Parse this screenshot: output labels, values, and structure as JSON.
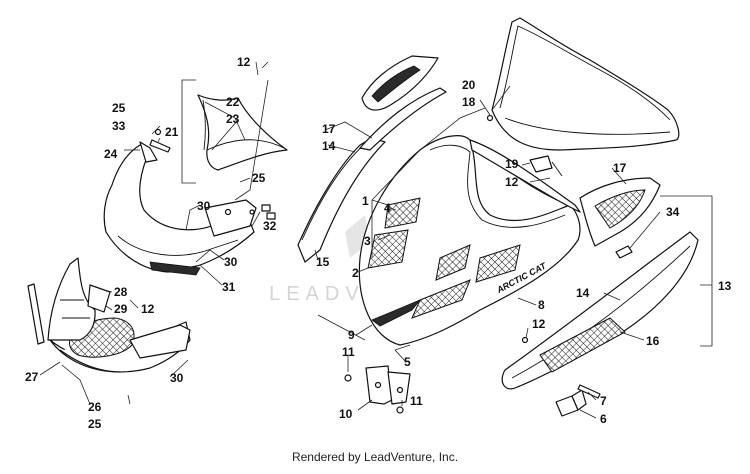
{
  "watermark": "LEADVENTURE",
  "footer": "Rendered by LeadVenture, Inc.",
  "brand_decal": "ARCTIC CAT",
  "callouts": {
    "n1": "1",
    "n2": "2",
    "n3": "3",
    "n4": "4",
    "n5": "5",
    "n6": "6",
    "n7": "7",
    "n8": "8",
    "n9": "9",
    "n10": "10",
    "n11a": "11",
    "n11b": "11",
    "n12a": "12",
    "n12b": "12",
    "n12c": "12",
    "n12d": "12",
    "n13": "13",
    "n14a": "14",
    "n14b": "14",
    "n15": "15",
    "n16": "16",
    "n17a": "17",
    "n17b": "17",
    "n18": "18",
    "n19": "19",
    "n20": "20",
    "n21": "21",
    "n22": "22",
    "n23": "23",
    "n24": "24",
    "n25a": "25",
    "n25b": "25",
    "n25c": "25",
    "n26": "26",
    "n27": "27",
    "n28": "28",
    "n29": "29",
    "n30a": "30",
    "n30b": "30",
    "n30c": "30",
    "n31": "31",
    "n32": "32",
    "n33": "33",
    "n34": "34"
  }
}
